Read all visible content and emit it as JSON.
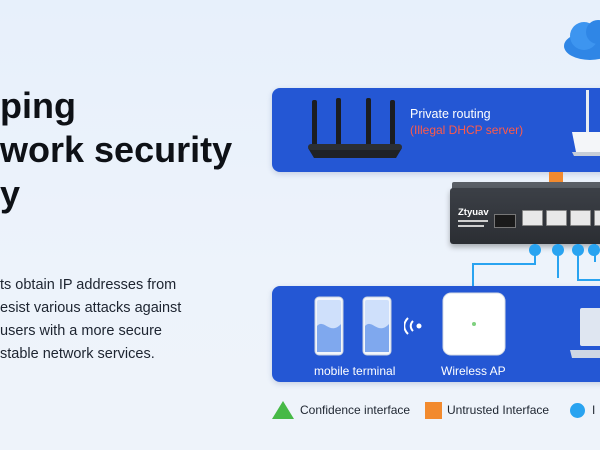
{
  "heading": {
    "line1": "ping",
    "line2": "work security",
    "line3": "y"
  },
  "description": {
    "line1": "ts obtain IP addresses from",
    "line2": "esist various attacks against",
    "line3": " users with a more secure",
    "line4": "stable network services."
  },
  "diagram": {
    "private_routing": "Private routing",
    "illegal_dhcp": "(Illegal DHCP server)",
    "switch_brand": "Ztyuav",
    "mobile_terminal": "mobile terminal",
    "wireless_ap": "Wireless AP"
  },
  "legend": {
    "confidence": "Confidence interface",
    "untrusted": "Untrusted Interface",
    "third": "I"
  },
  "colors": {
    "panel": "#2457d4",
    "confidence": "#46b946",
    "untrusted": "#f28a2e",
    "interface_dot": "#29a3f0"
  }
}
